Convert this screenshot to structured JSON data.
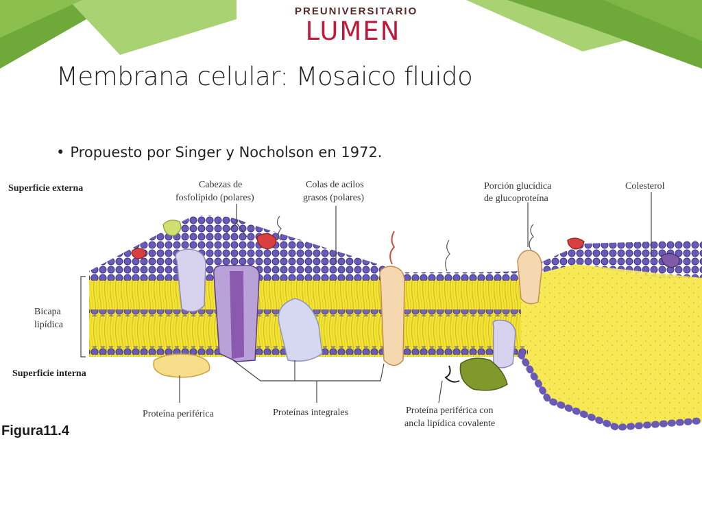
{
  "header": {
    "logo_top": "PREUNIVERSITARIO",
    "logo_main": "LUMEN",
    "brand_colors": {
      "green_light": "#a9d372",
      "green_dark": "#6fa93a",
      "logo_red": "#c0193a"
    }
  },
  "slide": {
    "title": "Membrana celular: Mosaico fluido",
    "bullet": "Propuesto por Singer y Nocholson en 1972."
  },
  "diagram": {
    "labels": {
      "superficie_externa": "Superficie externa",
      "cabezas_1": "Cabezas de",
      "cabezas_2": "fosfolípido (polares)",
      "colas_1": "Colas de acilos",
      "colas_2": "grasos (polares)",
      "porcion_1": "Porción glucídica",
      "porcion_2": "de glucoproteína",
      "colesterol": "Colesterol",
      "bicapa_1": "Bicapa",
      "bicapa_2": "lipídica",
      "superficie_interna": "Superficie interna",
      "proteina_periferica": "Proteína periférica",
      "proteinas_integrales": "Proteínas integrales",
      "ancla_1": "Proteína periférica con",
      "ancla_2": "ancla lipídica covalente"
    },
    "figure_caption": "Figura11.4",
    "colors": {
      "lipid_head": "#6a5ab8",
      "lipid_tail": "#f2e43a",
      "protein_lilac": "#d7d3ee",
      "protein_violet": "#8b5ab0",
      "protein_peach": "#f5d8b0"
    }
  }
}
